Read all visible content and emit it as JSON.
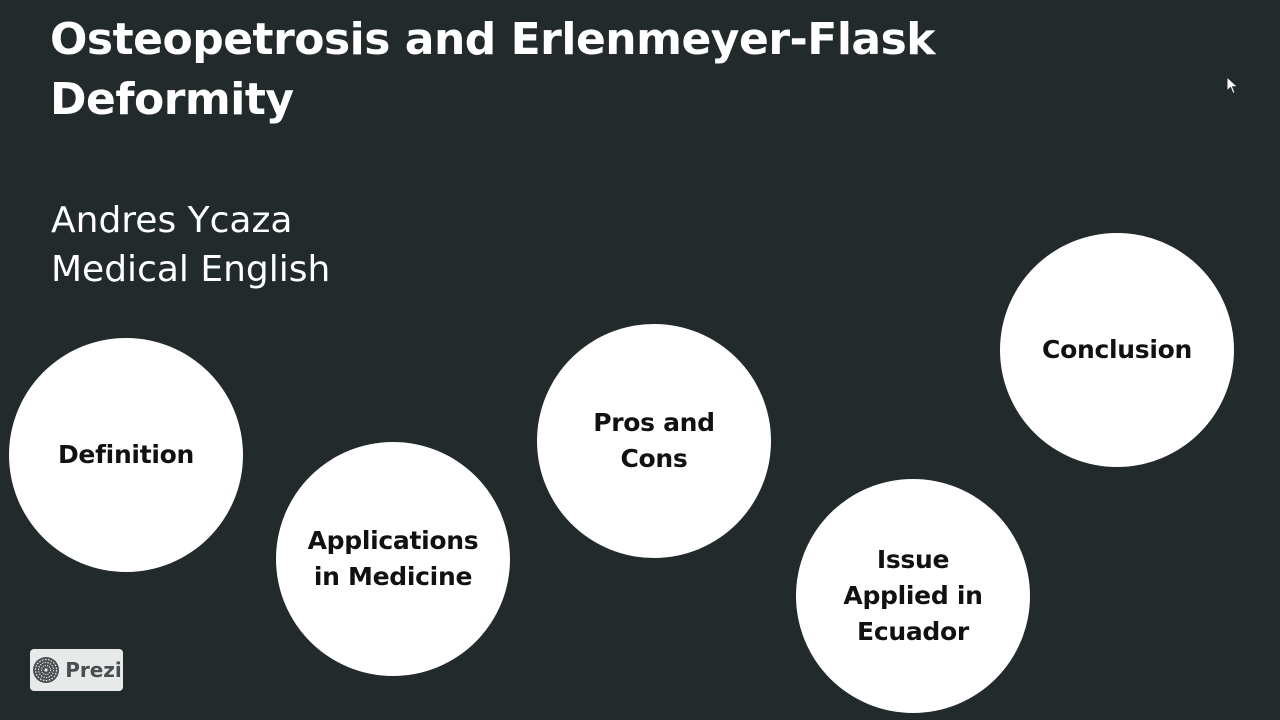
{
  "slide": {
    "title": "Osteopetrosis and Erlenmeyer-Flask Deformity",
    "author": "Andres Ycaza",
    "course": "Medical English"
  },
  "topics": [
    {
      "label": "Definition"
    },
    {
      "label": "Applications\nin Medicine"
    },
    {
      "label": "Pros and\nCons"
    },
    {
      "label": "Issue\nApplied in\nEcuador"
    },
    {
      "label": "Conclusion"
    }
  ],
  "branding": {
    "name": "Prezi",
    "icon": "prezi-logo-icon"
  },
  "pointer": {
    "icon": "mouse-cursor-icon"
  },
  "colors": {
    "background": "#222a2b",
    "title_text": "#ffffff",
    "circle_fill": "#ffffff",
    "circle_text": "#111111",
    "badge_bg": "#e8eaea"
  }
}
